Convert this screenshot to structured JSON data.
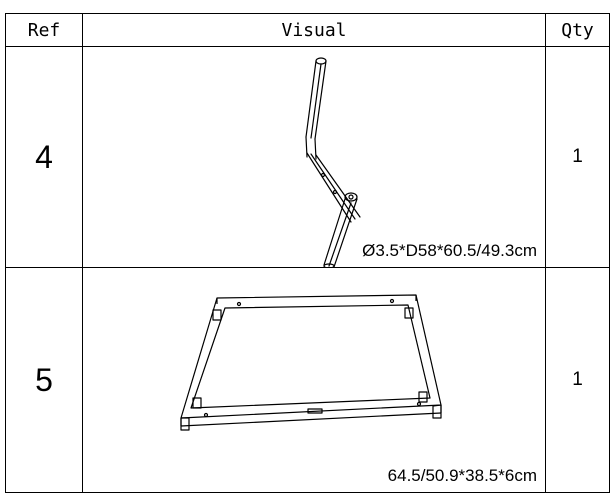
{
  "table": {
    "headers": {
      "ref": "Ref",
      "visual": "Visual",
      "qty": "Qty"
    },
    "rows": [
      {
        "ref": "4",
        "dimensions": "Ø3.5*D58*60.5/49.3cm",
        "qty": "1",
        "illustration": "leg-frame-drawing"
      },
      {
        "ref": "5",
        "dimensions": "64.5/50.9*38.5*6cm",
        "qty": "1",
        "illustration": "rectangular-frame-drawing"
      }
    ]
  }
}
